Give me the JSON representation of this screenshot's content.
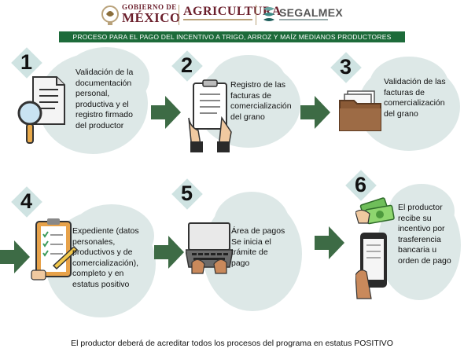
{
  "header": {
    "gob_small": "GOBIERNO DE",
    "gob_big": "MÉXICO",
    "agri": "AGRICULTURA",
    "seg": "SEGALMEX"
  },
  "banner": "PROCESO PARA EL PAGO DEL  INCENTIVO A  TRIGO, ARROZ Y MAÍZ MEDIANOS PRODUCTORES",
  "steps": [
    {
      "number": "1",
      "lines": [
        "Validación de la",
        "documentación",
        "personal,",
        "productiva y el",
        "registro firmado",
        "del productor"
      ]
    },
    {
      "number": "2",
      "lines": [
        "Registro de las",
        "facturas de",
        "comercialización",
        "del grano"
      ]
    },
    {
      "number": "3",
      "lines": [
        "Validación de las",
        "facturas de",
        "comercialización",
        "del grano"
      ]
    },
    {
      "number": "4",
      "lines": [
        "Expediente (datos",
        "personales,",
        "productivos y de",
        "comercialización),",
        "completo y en",
        "estatus positivo"
      ]
    },
    {
      "number": "5",
      "lines": [
        "Área de pagos",
        "Se inicia el",
        "trámite de",
        "pago"
      ]
    },
    {
      "number": "6",
      "lines": [
        "El productor",
        "recibe su",
        "incentivo por",
        "trasferencia",
        "bancaria u",
        "orden de pago"
      ]
    }
  ],
  "footer": "El productor deberá de acreditar todos los procesos del programa en estatus POSITIVO",
  "colors": {
    "banner": "#1d6b3a",
    "arrow": "#3d6b45",
    "cloud": "#dde8e7",
    "brand": "#6b1f2c"
  }
}
